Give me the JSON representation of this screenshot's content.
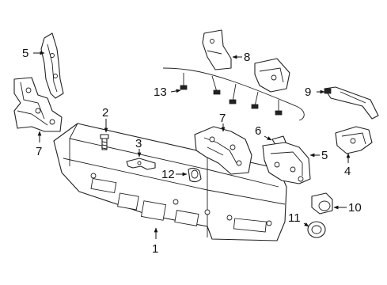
{
  "callouts": {
    "c1": "1",
    "c2": "2",
    "c3": "3",
    "c4": "4",
    "c5a": "5",
    "c5b": "5",
    "c6": "6",
    "c7a": "7",
    "c7b": "7",
    "c8": "8",
    "c9": "9",
    "c10": "10",
    "c11": "11",
    "c12": "12",
    "c13": "13"
  },
  "colors": {
    "line": "#222222",
    "background": "#ffffff"
  }
}
